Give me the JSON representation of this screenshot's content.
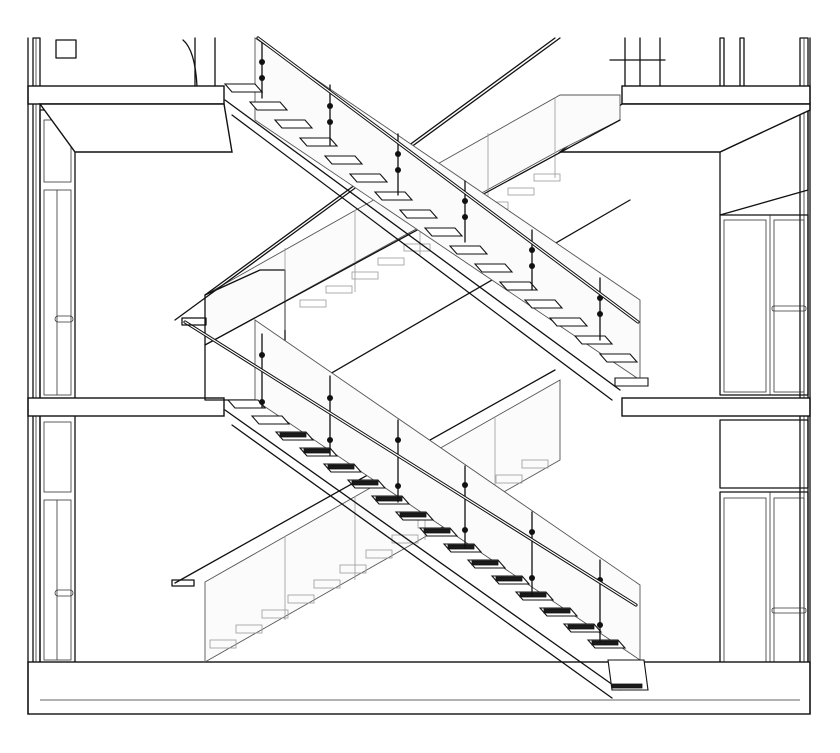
{
  "drawing": {
    "view": "section",
    "subject": "scissor-stair",
    "levels": 3,
    "flights": {
      "front": 2,
      "back": 2
    },
    "colors": {
      "line": "#111111",
      "background": "#ffffff",
      "glass": "#fbfbfb",
      "hidden": "#9a9a9a"
    }
  }
}
